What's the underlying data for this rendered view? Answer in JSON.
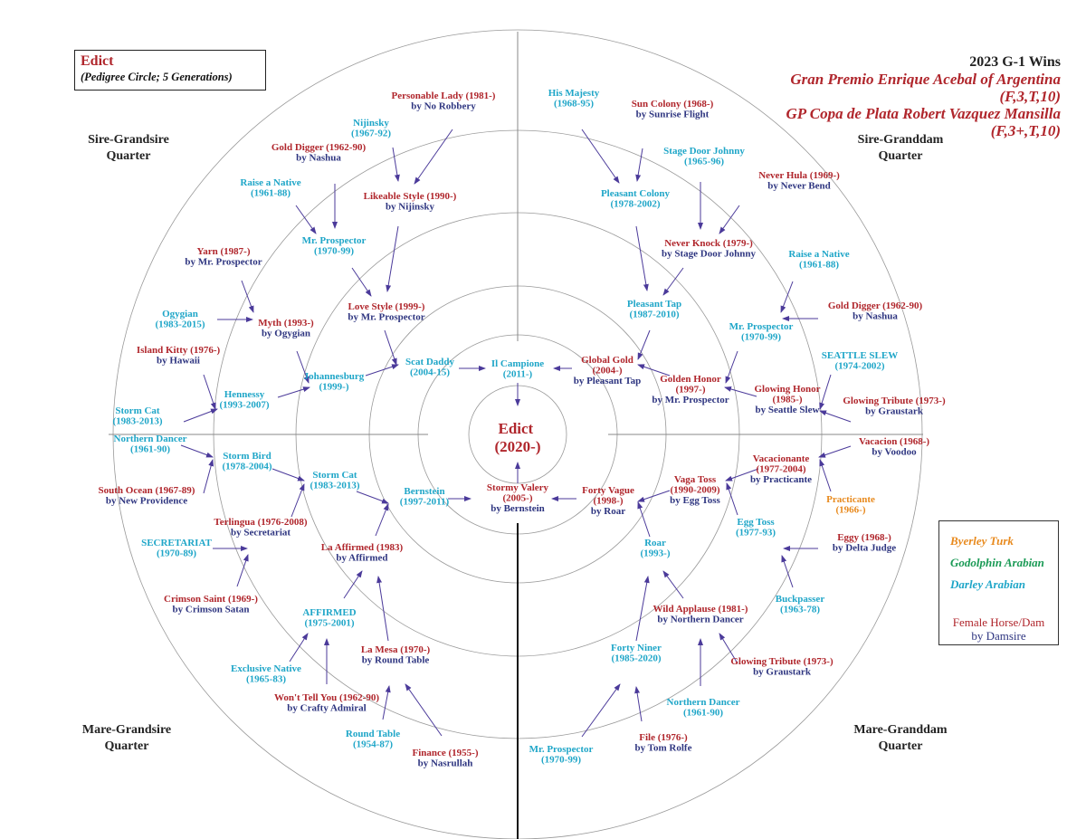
{
  "header": {
    "horse": "Edict",
    "subtitle": "(Pedigree Circle; 5 Generations)",
    "wins_heading": "2023 G-1 Wins",
    "race1": "Gran Premio Enrique Acebal of Argentina",
    "race1_info": "(F,3,T,10)",
    "race2": "GP Copa de Plata Robert Vazquez Mansilla",
    "race2_info": "(F,3+,T,10)"
  },
  "quarters": {
    "sire_grandsire": [
      "Sire-Grandsire",
      "Quarter"
    ],
    "sire_granddam": [
      "Sire-Granddam",
      "Quarter"
    ],
    "mare_grandsire": [
      "Mare-Grandsire",
      "Quarter"
    ],
    "mare_granddam": [
      "Mare-Granddam",
      "Quarter"
    ]
  },
  "legend": {
    "byerley": "Byerley Turk",
    "godolphin": "Godolphin Arabian",
    "darley": "Darley Arabian",
    "female": "Female Horse/Dam",
    "damsire": "by Damsire"
  },
  "colors": {
    "female": "#b0262c",
    "damsire": "#2e3580",
    "darley": "#1fa6c8",
    "byerley": "#e88a1e",
    "godolphin": "#1a9a55",
    "arrow": "#4b3a9a"
  },
  "center": {
    "lines": [
      "Edict",
      "(2020-)"
    ]
  },
  "nodes": [
    {
      "type": "female",
      "lines": [
        "Personable Lady (1981-)",
        "by No Robbery"
      ]
    },
    {
      "type": "darley",
      "lines": [
        "Nijinsky",
        "(1967-92)"
      ]
    },
    {
      "type": "female",
      "lines": [
        "Gold Digger (1962-90)",
        "by Nashua"
      ]
    },
    {
      "type": "darley",
      "lines": [
        "Raise a Native",
        "(1961-88)"
      ]
    },
    {
      "type": "female",
      "lines": [
        "Likeable Style (1990-)",
        "by Nijinsky"
      ]
    },
    {
      "type": "darley",
      "lines": [
        "Mr. Prospector",
        "(1970-99)"
      ]
    },
    {
      "type": "female",
      "lines": [
        "Yarn (1987-)",
        "by Mr. Prospector"
      ]
    },
    {
      "type": "darley",
      "lines": [
        "Ogygian",
        "(1983-2015)"
      ]
    },
    {
      "type": "female",
      "lines": [
        "Myth (1993-)",
        "by Ogygian"
      ]
    },
    {
      "type": "female",
      "lines": [
        "Love Style (1999-)",
        "by Mr. Prospector"
      ]
    },
    {
      "type": "female",
      "lines": [
        "Island Kitty (1976-)",
        "by Hawaii"
      ]
    },
    {
      "type": "darley",
      "lines": [
        "Scat Daddy",
        "(2004-15)"
      ]
    },
    {
      "type": "darley",
      "lines": [
        "Johannesburg",
        "(1999-)"
      ]
    },
    {
      "type": "darley",
      "lines": [
        "Hennessy",
        "(1993-2007)"
      ]
    },
    {
      "type": "darley",
      "lines": [
        "Storm Cat",
        "(1983-2013)"
      ]
    },
    {
      "type": "darley",
      "lines": [
        "Il Campione",
        "(2011-)"
      ]
    },
    {
      "type": "darley",
      "lines": [
        "His Majesty",
        "(1968-95)"
      ]
    },
    {
      "type": "female",
      "lines": [
        "Sun Colony (1968-)",
        "by Sunrise Flight"
      ]
    },
    {
      "type": "darley",
      "lines": [
        "Stage Door Johnny",
        "(1965-96)"
      ]
    },
    {
      "type": "female",
      "lines": [
        "Never Hula (1969-)",
        "by Never Bend"
      ]
    },
    {
      "type": "darley",
      "lines": [
        "Pleasant Colony",
        "(1978-2002)"
      ]
    },
    {
      "type": "female",
      "lines": [
        "Never Knock (1979-)",
        "by Stage Door Johnny"
      ]
    },
    {
      "type": "darley",
      "lines": [
        "Raise a Native",
        "(1961-88)"
      ]
    },
    {
      "type": "darley",
      "lines": [
        "Pleasant Tap",
        "(1987-2010)"
      ]
    },
    {
      "type": "female",
      "lines": [
        "Gold Digger (1962-90)",
        "by Nashua"
      ]
    },
    {
      "type": "darley",
      "lines": [
        "Mr. Prospector",
        "(1970-99)"
      ]
    },
    {
      "type": "darley",
      "lines": [
        "SEATTLE SLEW",
        "(1974-2002)"
      ]
    },
    {
      "type": "female",
      "lines": [
        "Global Gold",
        "(2004-)",
        "by Pleasant Tap"
      ]
    },
    {
      "type": "female",
      "lines": [
        "Golden Honor",
        "(1997-)",
        "by Mr. Prospector"
      ]
    },
    {
      "type": "female",
      "lines": [
        "Glowing Honor",
        "(1985-)",
        "by Seattle Slew"
      ]
    },
    {
      "type": "female",
      "lines": [
        "Glowing Tribute (1973-)",
        "by Graustark"
      ]
    },
    {
      "type": "darley",
      "lines": [
        "Northern Dancer",
        "(1961-90)"
      ]
    },
    {
      "type": "female",
      "lines": [
        "South Ocean (1967-89)",
        "by New Providence"
      ]
    },
    {
      "type": "darley",
      "lines": [
        "Storm Bird",
        "(1978-2004)"
      ]
    },
    {
      "type": "darley",
      "lines": [
        "Storm Cat",
        "(1983-2013)"
      ]
    },
    {
      "type": "female",
      "lines": [
        "Terlingua (1976-2008)",
        "by Secretariat"
      ]
    },
    {
      "type": "darley",
      "lines": [
        "SECRETARIAT",
        "(1970-89)"
      ]
    },
    {
      "type": "darley",
      "lines": [
        "Bernstein",
        "(1997-2011)"
      ]
    },
    {
      "type": "female",
      "lines": [
        "Stormy Valery",
        "(2005-)",
        "by Bernstein"
      ]
    },
    {
      "type": "female",
      "lines": [
        "La Affirmed (1983)",
        "by Affirmed"
      ]
    },
    {
      "type": "female",
      "lines": [
        "Crimson Saint (1969-)",
        "by Crimson Satan"
      ]
    },
    {
      "type": "darley",
      "lines": [
        "AFFIRMED",
        "(1975-2001)"
      ]
    },
    {
      "type": "female",
      "lines": [
        "La Mesa (1970-)",
        "by Round Table"
      ]
    },
    {
      "type": "darley",
      "lines": [
        "Exclusive Native",
        "(1965-83)"
      ]
    },
    {
      "type": "female",
      "lines": [
        "Won't Tell You (1962-90)",
        "by Crafty Admiral"
      ]
    },
    {
      "type": "darley",
      "lines": [
        "Round Table",
        "(1954-87)"
      ]
    },
    {
      "type": "female",
      "lines": [
        "Finance (1955-)",
        "by Nasrullah"
      ]
    },
    {
      "type": "female",
      "lines": [
        "Forty Vague",
        "(1998-)",
        "by Roar"
      ]
    },
    {
      "type": "female",
      "lines": [
        "Vaga Toss",
        "(1990-2009)",
        "by Egg Toss"
      ]
    },
    {
      "type": "female",
      "lines": [
        "Vacacionante",
        "(1977-2004)",
        "by Practicante"
      ]
    },
    {
      "type": "female",
      "lines": [
        "Vacacion (1968-)",
        "by Voodoo"
      ]
    },
    {
      "type": "byerley",
      "lines": [
        "Practicante",
        "(1966-)"
      ]
    },
    {
      "type": "darley",
      "lines": [
        "Egg Toss",
        "(1977-93)"
      ]
    },
    {
      "type": "darley",
      "lines": [
        "Roar",
        "(1993-)"
      ]
    },
    {
      "type": "female",
      "lines": [
        "Eggy (1968-)",
        "by Delta Judge"
      ]
    },
    {
      "type": "darley",
      "lines": [
        "Buckpasser",
        "(1963-78)"
      ]
    },
    {
      "type": "female",
      "lines": [
        "Wild Applause (1981-)",
        "by Northern Dancer"
      ]
    },
    {
      "type": "darley",
      "lines": [
        "Forty Niner",
        "(1985-2020)"
      ]
    },
    {
      "type": "female",
      "lines": [
        "Glowing Tribute (1973-)",
        "by Graustark"
      ]
    },
    {
      "type": "darley",
      "lines": [
        "Northern Dancer",
        "(1961-90)"
      ]
    },
    {
      "type": "female",
      "lines": [
        "File (1976-)",
        "by Tom Rolfe"
      ]
    },
    {
      "type": "darley",
      "lines": [
        "Mr. Prospector",
        "(1970-99)"
      ]
    }
  ]
}
